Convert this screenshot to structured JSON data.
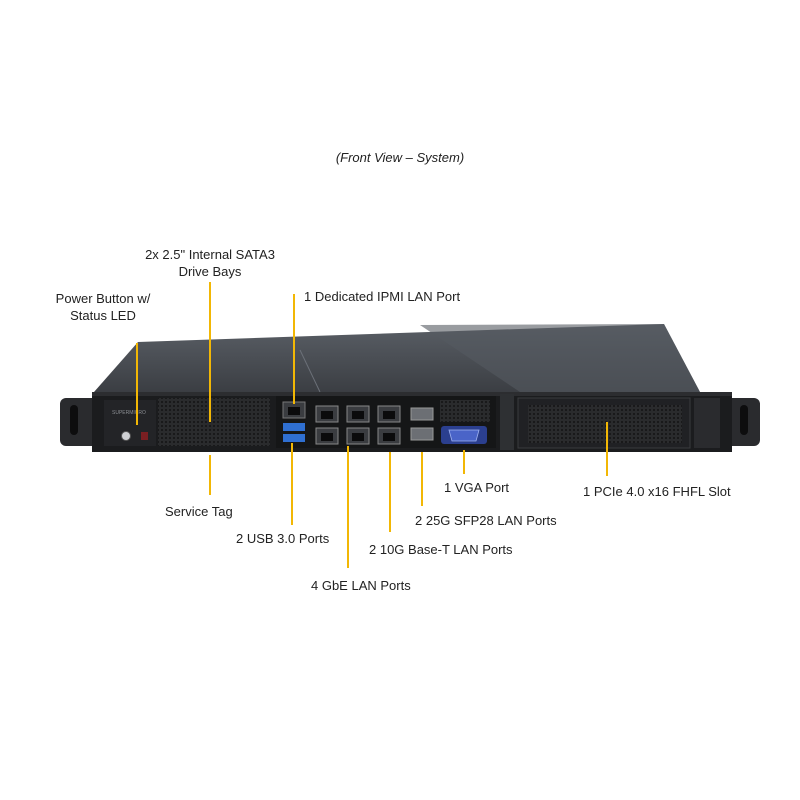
{
  "caption": "(Front View – System)",
  "labels": {
    "drive_bays_line1": "2x 2.5\" Internal  SATA3",
    "drive_bays_line2": "Drive Bays",
    "power_line1": "Power Button w/",
    "power_line2": "Status LED",
    "ipmi": "1 Dedicated IPMI  LAN Port",
    "vga": "1 VGA Port",
    "pcie": "1 PCIe 4.0 x16 FHFL Slot",
    "service_tag": "Service Tag",
    "sfp28": "2 25G SFP28 LAN Ports",
    "usb": "2 USB 3.0 Ports",
    "tenG": "2 10G Base-T LAN Ports",
    "gbe": "4 GbE LAN Ports"
  },
  "colors": {
    "leader": "#f2b705",
    "chassis_top": "#4a4e54",
    "front_panel": "#1b1c1e"
  }
}
